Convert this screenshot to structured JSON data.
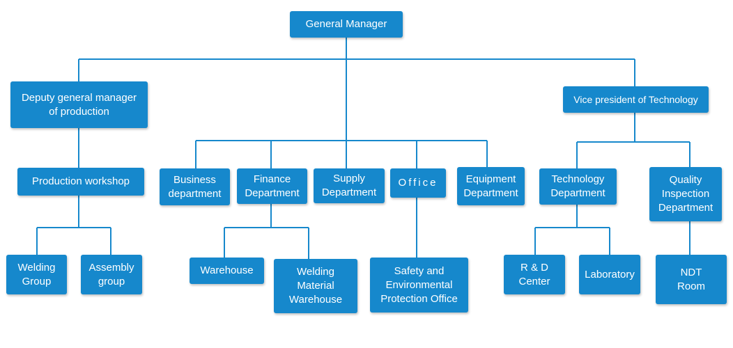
{
  "colors": {
    "box": "#1688cc",
    "line": "#1688cc",
    "text": "#ffffff"
  },
  "nodes": {
    "general_manager": "General Manager",
    "deputy_gm_production": "Deputy general manager\nof production",
    "vp_technology": "Vice president of Technology",
    "production_workshop": "Production workshop",
    "business_department": "Business\ndepartment",
    "finance_department": "Finance\nDepartment",
    "supply_department": "Supply\nDepartment",
    "office": "Office",
    "equipment_department": "Equipment\nDepartment",
    "technology_department": "Technology\nDepartment",
    "quality_inspection_department": "Quality\nInspection\nDepartment",
    "welding_group": "Welding\nGroup",
    "assembly_group": "Assembly\ngroup",
    "warehouse": "Warehouse",
    "welding_material_warehouse": "Welding\nMaterial\nWarehouse",
    "safety_env_protection_office": "Safety and\nEnvironmental\nProtection Office",
    "rd_center": "R & D\nCenter",
    "laboratory": "Laboratory",
    "ndt_room": "NDT\nRoom"
  }
}
